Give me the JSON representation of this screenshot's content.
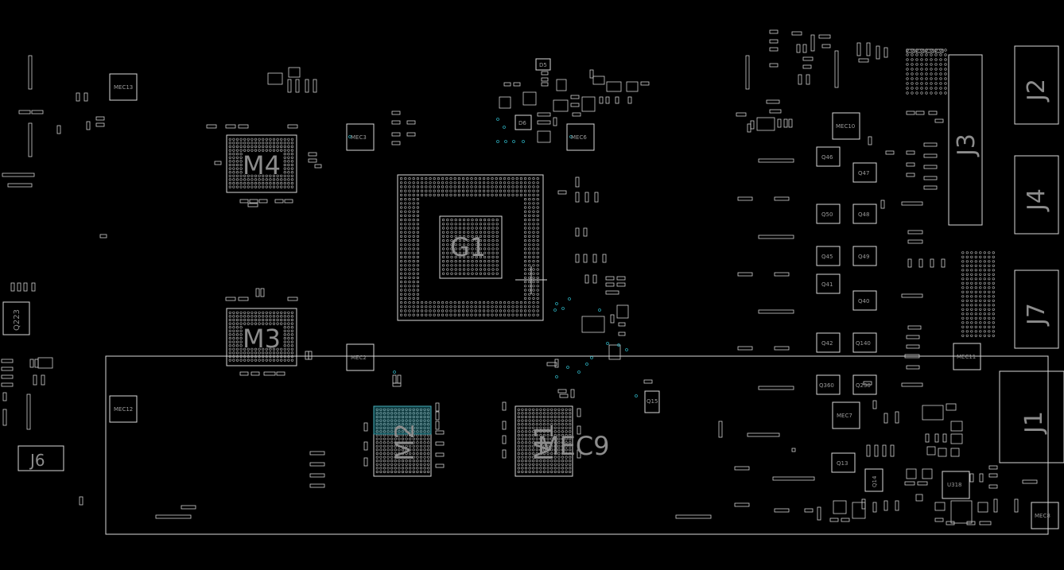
{
  "viewer": {
    "background": "#000000",
    "outline_color": "#d8d8d8",
    "label_color": "#8c8c8c",
    "highlight_color": "#2aa7b5"
  },
  "labels": {
    "big": [
      "M4",
      "M3",
      "G1",
      "M2",
      "M1",
      "MEC9",
      "J1",
      "J2",
      "J3",
      "J4",
      "J7",
      "J6",
      "Q223"
    ],
    "small": [
      "MEC13",
      "MEC3",
      "MEC6",
      "MEC2",
      "MEC12",
      "MEC10",
      "MEC7",
      "MEC11",
      "MEC8",
      "Q46",
      "Q47",
      "Q48",
      "Q50",
      "Q45",
      "Q49",
      "Q41",
      "Q40",
      "Q42",
      "Q140",
      "Q360",
      "Q230",
      "Q13",
      "Q14",
      "U318",
      "D5",
      "D6",
      "Q15"
    ]
  }
}
